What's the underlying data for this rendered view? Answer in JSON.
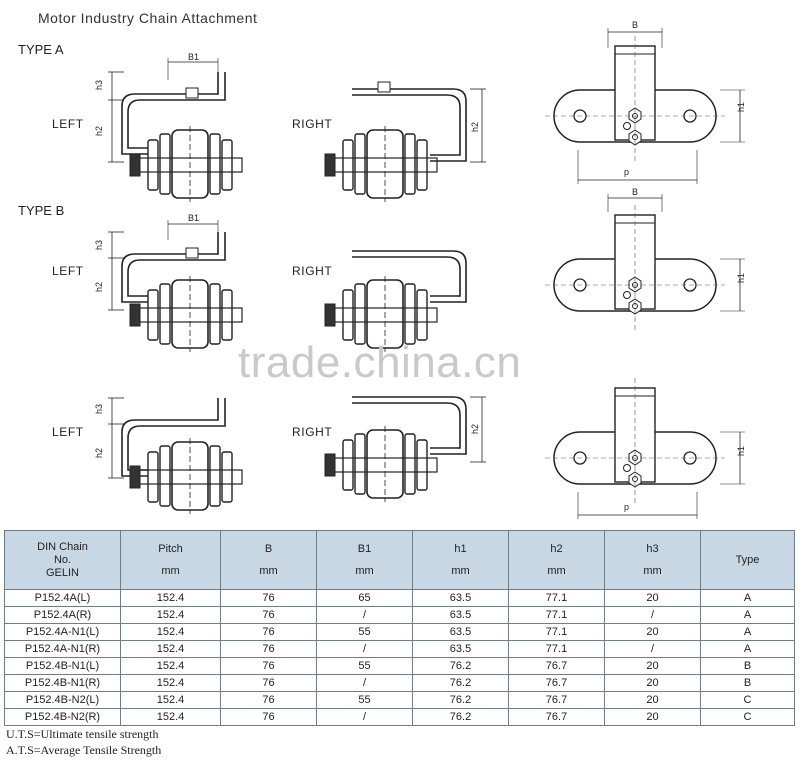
{
  "title": "Motor Industry Chain Attachment",
  "types": {
    "a": "TYPE A",
    "b": "TYPE B"
  },
  "sides": {
    "left": "LEFT",
    "right": "RIGHT"
  },
  "dims": {
    "b1": "B1",
    "b": "B",
    "h1": "h1",
    "h2": "h2",
    "h3": "h3",
    "p": "p"
  },
  "watermark": "trade.china.cn",
  "table": {
    "headers": [
      {
        "line1": "DIN Chain",
        "line2": "No.",
        "line3": "GELIN"
      },
      {
        "line1": "Pitch",
        "line2": "mm"
      },
      {
        "line1": "B",
        "line2": "mm"
      },
      {
        "line1": "B1",
        "line2": "mm"
      },
      {
        "line1": "h1",
        "line2": "mm"
      },
      {
        "line1": "h2",
        "line2": "mm"
      },
      {
        "line1": "h3",
        "line2": "mm"
      },
      {
        "line1": "Type",
        "line2": ""
      }
    ],
    "rows": [
      [
        "P152.4A(L)",
        "152.4",
        "76",
        "65",
        "63.5",
        "77.1",
        "20",
        "A"
      ],
      [
        "P152.4A(R)",
        "152.4",
        "76",
        "/",
        "63.5",
        "77.1",
        "/",
        "A"
      ],
      [
        "P152.4A-N1(L)",
        "152.4",
        "76",
        "55",
        "63.5",
        "77.1",
        "20",
        "A"
      ],
      [
        "P152.4A-N1(R)",
        "152.4",
        "76",
        "/",
        "63.5",
        "77.1",
        "/",
        "A"
      ],
      [
        "P152.4B-N1(L)",
        "152.4",
        "76",
        "55",
        "76.2",
        "76.7",
        "20",
        "B"
      ],
      [
        "P152.4B-N1(R)",
        "152.4",
        "76",
        "/",
        "76.2",
        "76.7",
        "20",
        "B"
      ],
      [
        "P152.4B-N2(L)",
        "152.4",
        "76",
        "55",
        "76.2",
        "76.7",
        "20",
        "C"
      ],
      [
        "P152.4B-N2(R)",
        "152.4",
        "76",
        "/",
        "76.2",
        "76.7",
        "20",
        "C"
      ]
    ]
  },
  "notes": {
    "uts": "U.T.S=Ultimate tensile strength",
    "ats": "A.T.S=Average Tensile Strength"
  }
}
